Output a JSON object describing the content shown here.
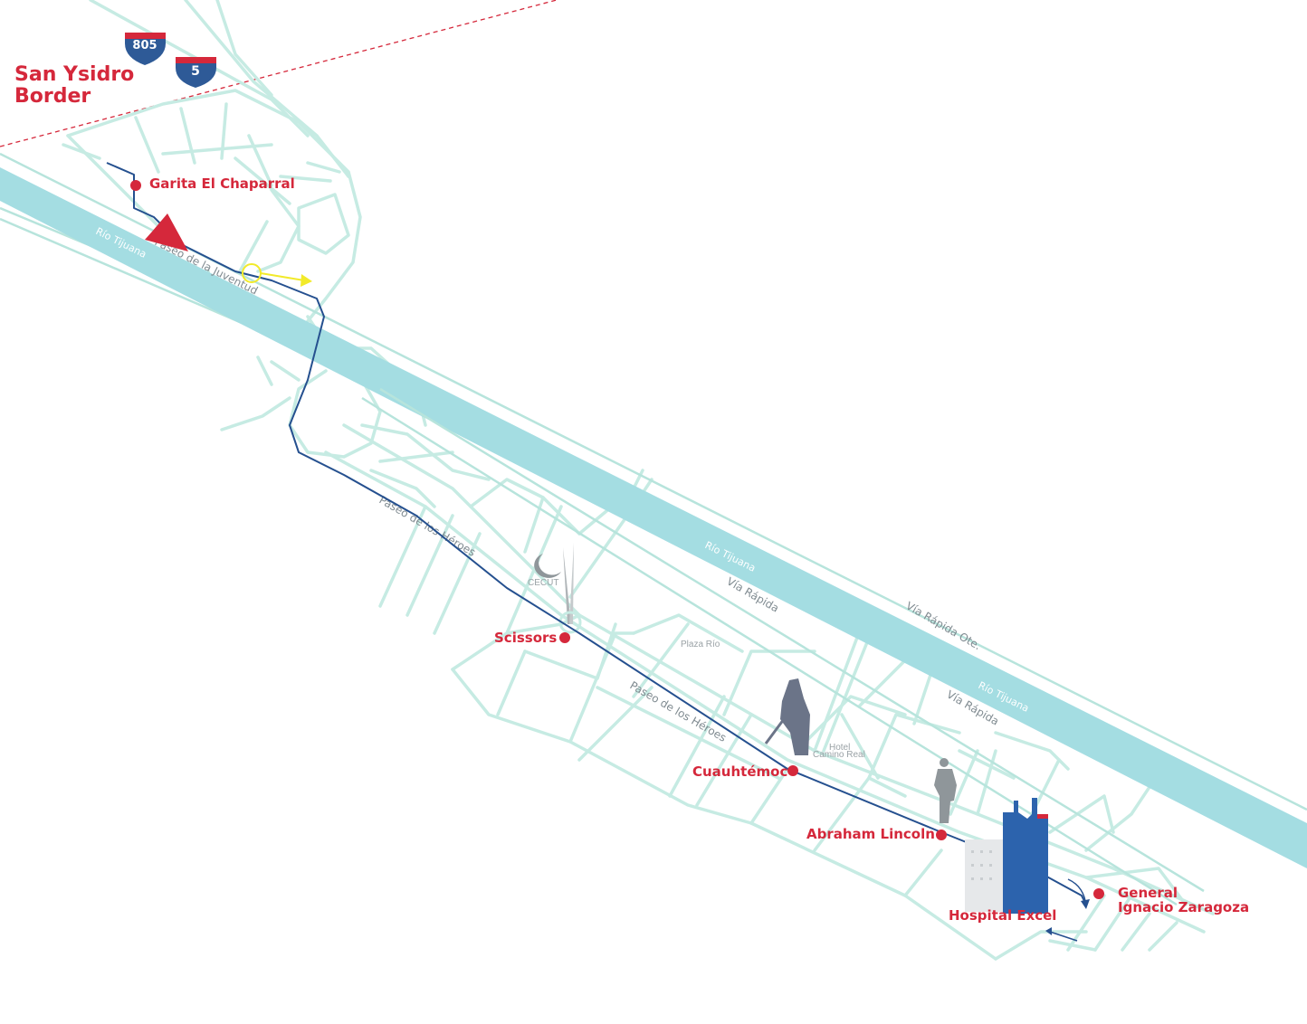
{
  "border": {
    "label_line1": "San Ysidro",
    "label_line2": "Border"
  },
  "shields": {
    "i805": "805",
    "i5": "5"
  },
  "stops": {
    "garita": "Garita El Chaparral",
    "scissors": "Scissors",
    "cuauhtemoc": "Cuauhtémoc",
    "lincoln": "Abraham Lincoln",
    "zaragoza_line1": "General",
    "zaragoza_line2": "Ignacio Zaragoza"
  },
  "destination": "Hospital Excel",
  "streets": {
    "rio_tijuana": "Río Tijuana",
    "paseo_juventud": "Paseo de la Juventud",
    "paseo_heroes": "Paseo de los Héroes",
    "via_rapida": "Vía Rápida",
    "via_rapida_ote": "Vía Rápida Ote."
  },
  "landmarks": {
    "cecut": "CECUT",
    "plaza_rio": "Plaza Río",
    "hotel_line1": "Hotel",
    "hotel_line2": "Camino Real"
  },
  "colors": {
    "route": "#25508f",
    "stop": "#d5283b",
    "river": "#a4dde2",
    "streets": "#c6ebe3",
    "border": "#d5283b",
    "highlight": "#f2ea2a",
    "hospital": "#2c63ad"
  },
  "icons": [
    "interstate-805-shield-icon",
    "interstate-5-shield-icon",
    "direction-arrow-icon",
    "cuauhtemoc-statue-icon",
    "lincoln-statue-icon",
    "hospital-building-icon"
  ]
}
